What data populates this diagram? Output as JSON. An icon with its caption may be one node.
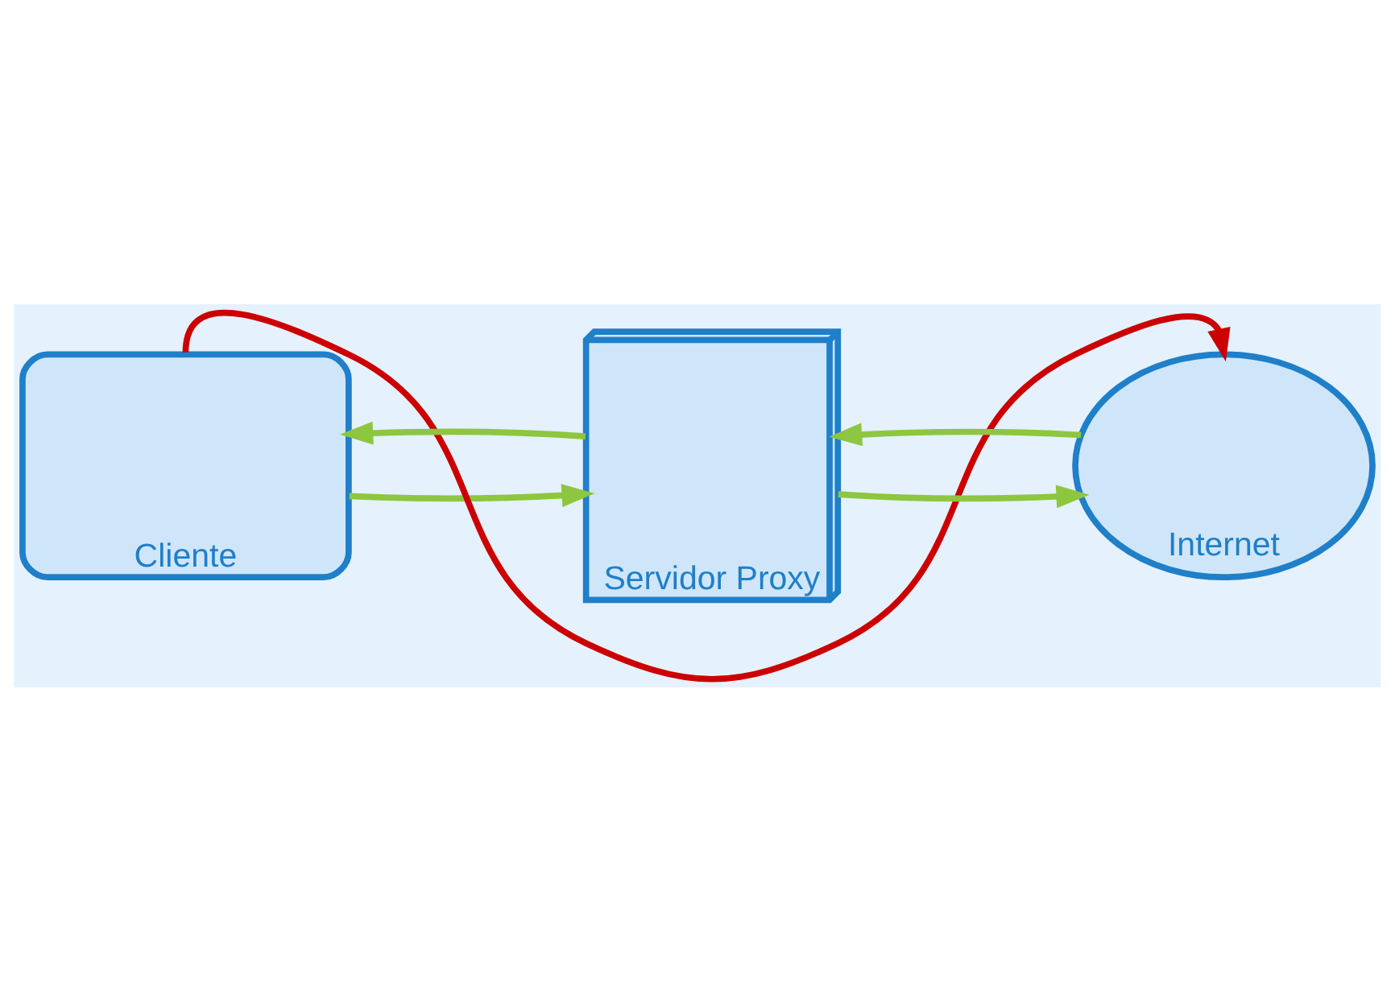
{
  "diagram": {
    "nodes": [
      {
        "text": [
          "Cliente"
        ]
      },
      {
        "text": [
          "Servidor Proxy"
        ]
      },
      {
        "text": [
          "Internet"
        ]
      }
    ],
    "edges": [
      {
        "from": 0,
        "to": 2,
        "arrow": "to",
        "color": "#cc0000"
      },
      {
        "from": 0,
        "to": 1,
        "arrow": "to"
      },
      {
        "from": 1,
        "to": 0,
        "arrow": "to"
      },
      {
        "from": 1,
        "to": 2,
        "arrow": "to"
      },
      {
        "from": 2,
        "to": 1,
        "arrow": "to"
      }
    ]
  }
}
